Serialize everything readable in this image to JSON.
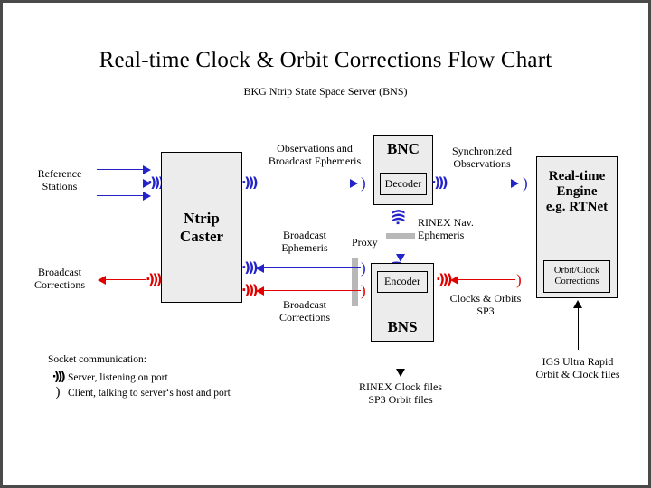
{
  "header": {
    "title": "Real-time Clock & Orbit Corrections Flow Chart",
    "subtitle": "BKG Ntrip State Space Server  (BNS)"
  },
  "boxes": {
    "caster": {
      "label": "Ntrip\nCaster",
      "line1": "Ntrip",
      "line2": "Caster"
    },
    "bnc": {
      "label": "BNC",
      "inner": "Decoder"
    },
    "bns": {
      "label": "BNS",
      "inner": "Encoder"
    },
    "engine": {
      "line1": "Real-time",
      "line2": "Engine",
      "line3": "e.g. RTNet",
      "inner_line1": "Orbit/Clock",
      "inner_line2": "Corrections"
    }
  },
  "labels": {
    "reference_stations_l1": "Reference",
    "reference_stations_l2": "Stations",
    "broadcast_corrections_left_l1": "Broadcast",
    "broadcast_corrections_left_l2": "Corrections",
    "observations_l1": "Observations and",
    "observations_l2": "Broadcast Ephemeris",
    "synchronized_l1": "Synchronized",
    "synchronized_l2": "Observations",
    "rinex_nav_l1": "RINEX Nav.",
    "rinex_nav_l2": "Ephemeris",
    "broadcast_ephemeris_l1": "Broadcast",
    "broadcast_ephemeris_l2": "Ephemeris",
    "broadcast_corrections_mid_l1": "Broadcast",
    "broadcast_corrections_mid_l2": "Corrections",
    "proxy": "Proxy",
    "clocks_orbits_l1": "Clocks & Orbits",
    "clocks_orbits_l2": "SP3",
    "rinex_files_l1": "RINEX Clock files",
    "rinex_files_l2": "SP3 Orbit files",
    "igs_l1": "IGS Ultra Rapid",
    "igs_l2": "Orbit & Clock files"
  },
  "legend": {
    "title": "Socket communication:",
    "server_glyph": "·)))",
    "server_text": "Server, listening on port",
    "client_glyph": ")",
    "client_text": "Client, talking to server‘s host and port"
  },
  "glyphs": {
    "server": "·)))",
    "client": ")"
  },
  "colors": {
    "observation_flow": "#2323c8",
    "correction_flow": "#e00000",
    "external_file_flow": "#000000",
    "box_fill": "#ececec",
    "proxy_bar": "#b8b8b8",
    "page_border": "#4a4a4a"
  }
}
